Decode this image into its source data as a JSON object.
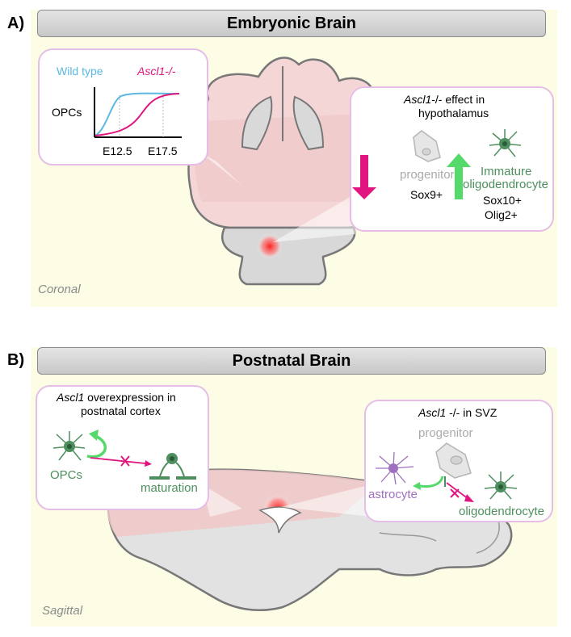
{
  "panel_a": {
    "label": "A)",
    "banner": "Embryonic Brain",
    "section_view": "Coronal",
    "inset_chart": {
      "legend_wild_type": "Wild type",
      "legend_mutant": "Ascl1-/-",
      "y_label": "OPCs",
      "tick_1": "E12.5",
      "tick_2": "E17.5"
    },
    "hypothalamus_box": {
      "title_italic": "Ascl1",
      "title_rest": "-/- effect in",
      "title_line2": "hypothalamus",
      "progenitor": "progenitor",
      "progenitor_marker": "Sox9+",
      "immature_line1": "Immature",
      "immature_line2": "oligodendrocyte",
      "marker_1": "Sox10+",
      "marker_2": "Olig2+"
    }
  },
  "panel_b": {
    "label": "B)",
    "banner": "Postnatal Brain",
    "section_view": "Sagittal",
    "cortex_box": {
      "title_italic": "Ascl1",
      "title_rest": " overexpression in",
      "title_line2": "postnatal cortex",
      "opcs": "OPCs",
      "maturation": "maturation"
    },
    "svz_box": {
      "title_italic": "Ascl1",
      "title_rest": " -/- in SVZ",
      "progenitor": "progenitor",
      "astrocyte": "astrocyte",
      "oligodendrocyte": "oligodendrocyte"
    }
  },
  "colors": {
    "wild_type": "#5bb8e0",
    "mutant": "#e0157f",
    "oligo_green": "#4d8f5e",
    "arrow_green": "#55d96a",
    "astro_purple": "#a070c0",
    "box_border": "#e6bde6"
  }
}
